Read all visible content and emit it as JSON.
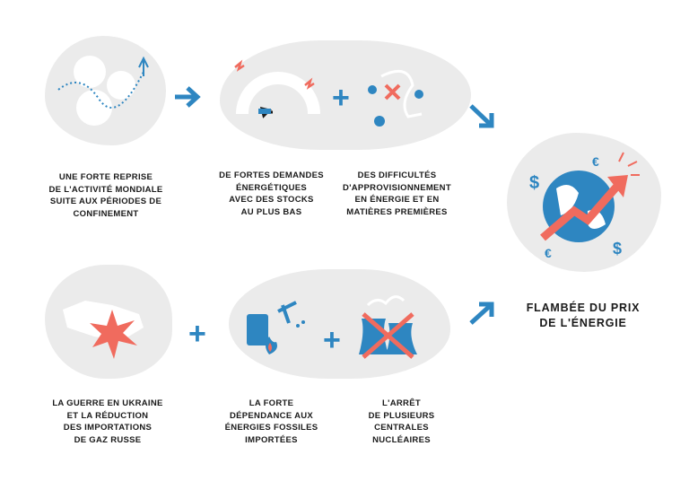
{
  "colors": {
    "blue": "#2e86c1",
    "red": "#f06b5e",
    "gray": "#ebebeb"
  },
  "causes_top": [
    {
      "icon": "gears-recovery-icon",
      "label": "Une forte reprise\nde l'activité mondiale\nsuite aux périodes de\nconfinement"
    },
    {
      "icon": "gauge-low-stock-icon",
      "label": "De fortes demandes\nénergétiques\navec des stocks\nau plus bas"
    },
    {
      "icon": "supply-disruption-icon",
      "label": "Des difficultés\nd'approvisionnement\nen énergie et en\nmatières premières"
    }
  ],
  "causes_bottom": [
    {
      "icon": "ukraine-war-icon",
      "label": "La guerre en Ukraine\net la réduction\ndes importations\nde gaz russe"
    },
    {
      "icon": "fossil-fuels-icon",
      "label": "La forte\ndépendance aux\nénergies fossiles\nimportées"
    },
    {
      "icon": "nuclear-plant-shutdown-icon",
      "label": "L'arrêt\nde plusieurs\ncentrales\nnucléaires"
    }
  ],
  "plus_sign": "+",
  "result": {
    "icon": "globe-price-rise-icon",
    "label": "Flambée du prix\nde l'énergie",
    "currency": [
      "$",
      "€",
      "€",
      "$"
    ]
  }
}
